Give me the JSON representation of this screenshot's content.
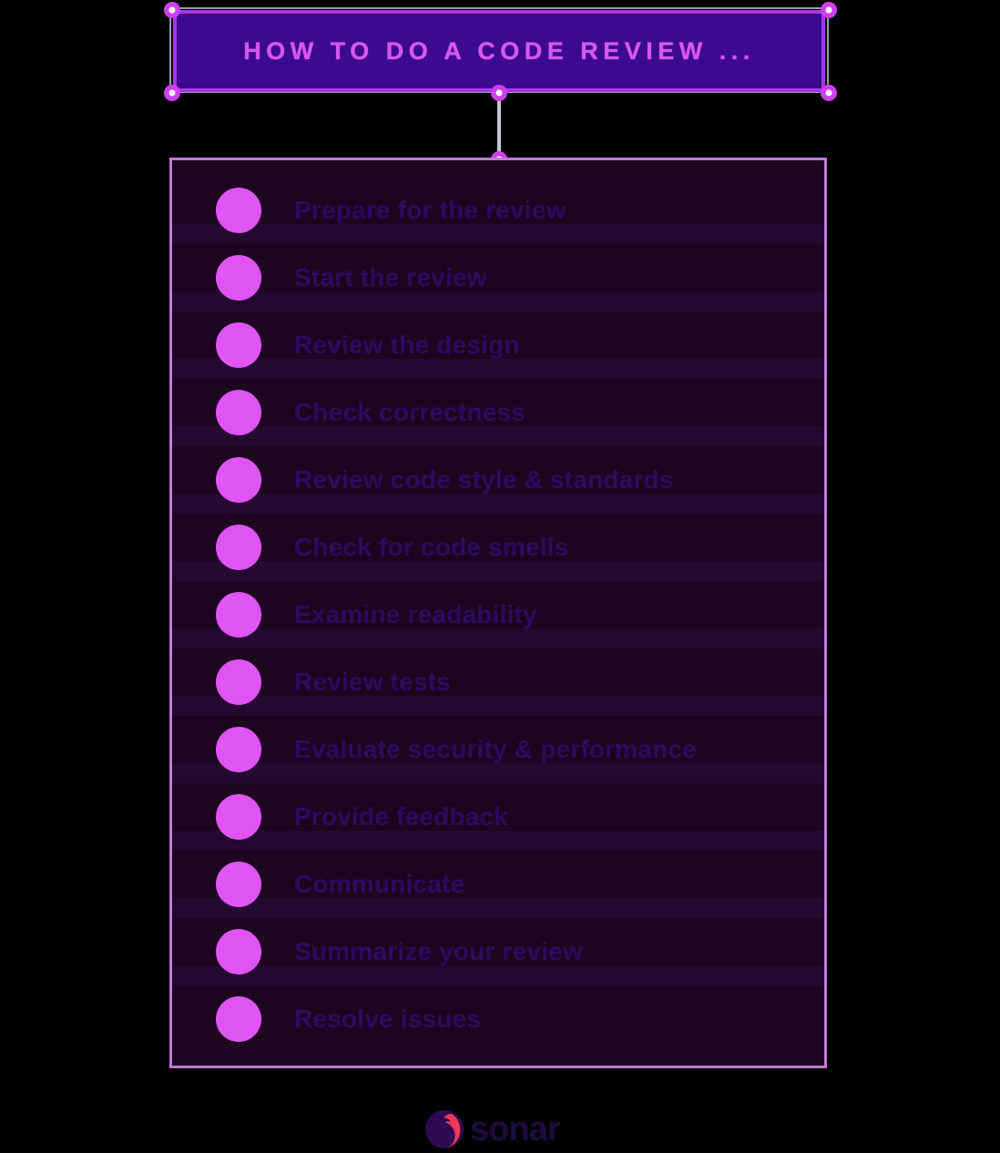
{
  "title_node": {
    "label": "HOW TO DO A CODE REVIEW ...",
    "background": "#3b0a8f",
    "border_color": "#a833e8",
    "text_color": "#d756f0",
    "selected": true
  },
  "selection": {
    "handle_color": "#cf3ff0",
    "handle_center_color": "#ffffff",
    "guide_color": "#9d9da8",
    "handles": [
      {
        "name": "handle-top-left"
      },
      {
        "name": "handle-top-right"
      },
      {
        "name": "handle-bottom-left"
      },
      {
        "name": "handle-bottom-right"
      },
      {
        "name": "handle-bottom-center"
      },
      {
        "name": "handle-connector-end"
      }
    ]
  },
  "connector": {
    "color": "#c3c6cf"
  },
  "list_panel": {
    "background": "#1d0520",
    "border_color": "#c07ad6",
    "bullet_color": "#e054f5",
    "text_color": "#2c0a60",
    "separator_color": "#250830",
    "items": [
      {
        "label": "Prepare for the review"
      },
      {
        "label": "Start the review"
      },
      {
        "label": "Review the design"
      },
      {
        "label": "Check correctness"
      },
      {
        "label": "Review code style & standards"
      },
      {
        "label": "Check for code smells"
      },
      {
        "label": "Examine readability"
      },
      {
        "label": "Review tests"
      },
      {
        "label": "Evaluate security & performance"
      },
      {
        "label": "Provide feedback"
      },
      {
        "label": "Communicate"
      },
      {
        "label": "Summarize your review"
      },
      {
        "label": "Resolve issues"
      }
    ]
  },
  "footer": {
    "logo_wordmark": "sonar",
    "logo_mark_dark": "#2d0a52",
    "logo_mark_accent": "#f4375a"
  },
  "page": {
    "background": "#000000"
  }
}
